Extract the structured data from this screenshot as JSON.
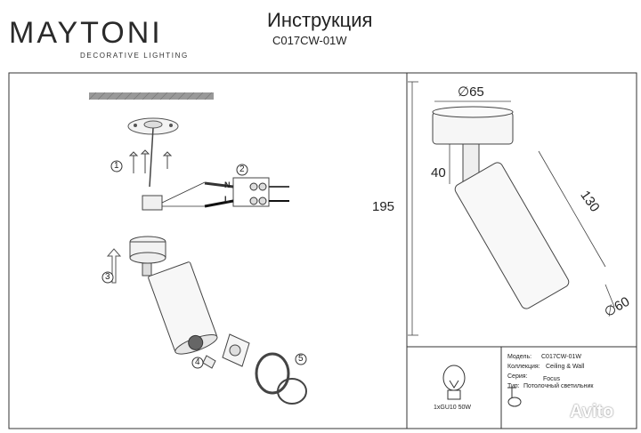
{
  "header": {
    "brand": "MAYTONI",
    "brand_tagline": "DECORATIVE LIGHTING",
    "title": "Инструкция",
    "model_code": "C017CW-01W"
  },
  "dimensions": {
    "diameter_base": "∅65",
    "height_base": "40",
    "total_height": "195",
    "body_length": "130",
    "diameter_body": "∅60"
  },
  "steps": [
    "1",
    "2",
    "3",
    "4",
    "5"
  ],
  "wiring": {
    "neutral": "N",
    "live": "L"
  },
  "spec": {
    "lamp": "1xGU10 50W",
    "rows": [
      {
        "label": "Модель:",
        "value": "C017CW-01W"
      },
      {
        "label": "Коллекция:",
        "value": "Ceiling & Wall"
      },
      {
        "label": "Серия:",
        "value": "Focus"
      },
      {
        "label": "Тип:",
        "value": "Потолочный светильник"
      }
    ]
  },
  "watermark": "Avito"
}
